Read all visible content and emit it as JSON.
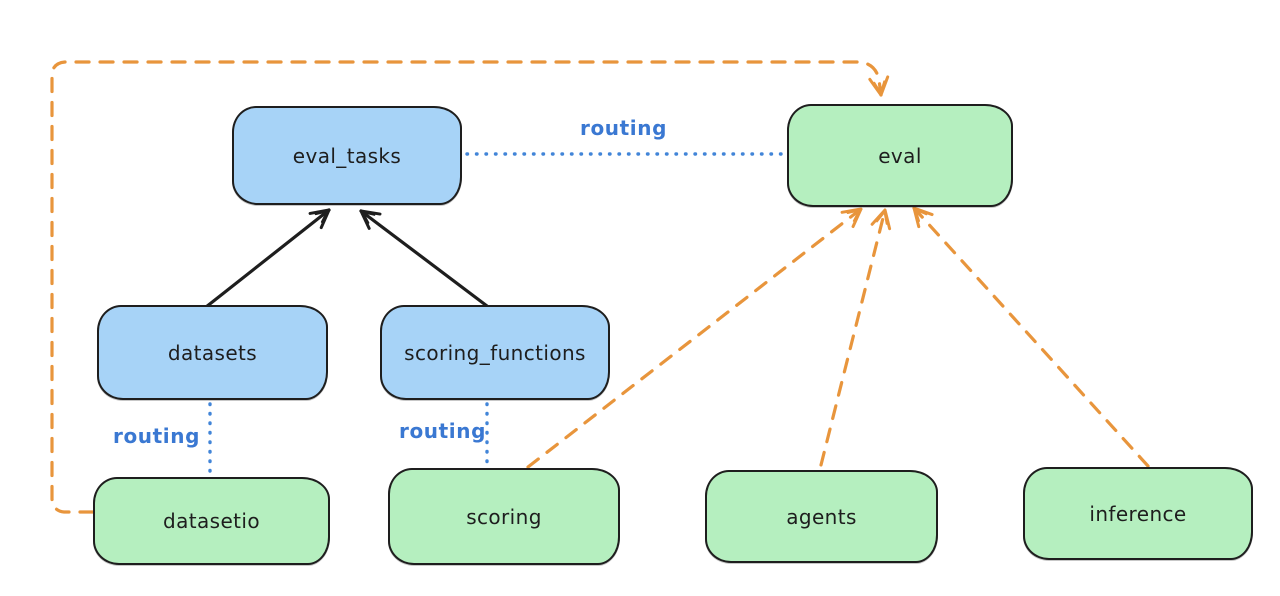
{
  "diagram": {
    "boxes": [
      {
        "id": "eval_tasks",
        "label": "eval_tasks",
        "fill": "blue"
      },
      {
        "id": "eval",
        "label": "eval",
        "fill": "green"
      },
      {
        "id": "datasets",
        "label": "datasets",
        "fill": "blue"
      },
      {
        "id": "scoring_functions",
        "label": "scoring_functions",
        "fill": "blue"
      },
      {
        "id": "datasetio",
        "label": "datasetio",
        "fill": "green"
      },
      {
        "id": "scoring",
        "label": "scoring",
        "fill": "green"
      },
      {
        "id": "agents",
        "label": "agents",
        "fill": "green"
      },
      {
        "id": "inference",
        "label": "inference",
        "fill": "green"
      }
    ],
    "edge_labels": [
      {
        "id": "routing-evaltasks-eval",
        "text": "routing"
      },
      {
        "id": "routing-datasets-datasetio",
        "text": "routing"
      },
      {
        "id": "routing-scoringfns-scoring",
        "text": "routing"
      }
    ],
    "colors": {
      "blue_fill": "#a7d3f7",
      "green_fill": "#b5efbf",
      "stroke": "#1e1e1e",
      "routing_blue": "#3a78d2",
      "orange": "#e8953c"
    },
    "edges": [
      {
        "id": "datasets-to-eval_tasks",
        "style": "solid-black-arrow"
      },
      {
        "id": "scoring_functions-to-eval_tasks",
        "style": "solid-black-arrow"
      },
      {
        "id": "eval_tasks-to-eval",
        "style": "dotted-blue"
      },
      {
        "id": "datasets-to-datasetio",
        "style": "dotted-blue"
      },
      {
        "id": "scoring_functions-to-scoring",
        "style": "dotted-blue"
      },
      {
        "id": "datasetio-loop-to-eval",
        "style": "dashed-orange-arrow"
      },
      {
        "id": "scoring-to-eval",
        "style": "dashed-orange-arrow"
      },
      {
        "id": "agents-to-eval",
        "style": "dashed-orange-arrow"
      },
      {
        "id": "inference-to-eval",
        "style": "dashed-orange-arrow"
      }
    ]
  }
}
